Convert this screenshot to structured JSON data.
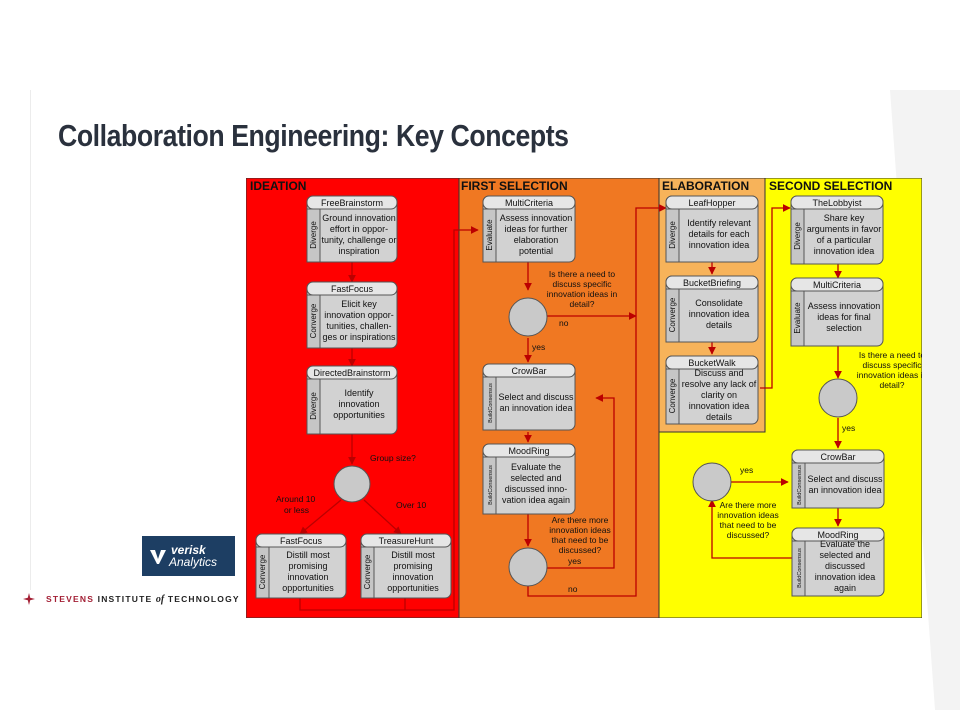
{
  "slide": {
    "title": "Collaboration Engineering: Key Concepts"
  },
  "colors": {
    "ideation": "#ff0000",
    "first_selection": "#f07822",
    "elaboration": "#f7b35a",
    "second_selection": "#ffff00",
    "arrow": "#b00000",
    "box": "#d2d2d2",
    "verisk_bg": "#1d3e63",
    "stevens_red": "#a31f34"
  },
  "diagram": {
    "sections": {
      "ideation": "IDEATION",
      "first_selection": "FIRST SELECTION",
      "elaboration": "ELABORATION",
      "second_selection": "SECOND SELECTION"
    },
    "boxes": {
      "freebrainstorm": {
        "title": "FreeBrainstorm",
        "side": "Diverge",
        "lines": [
          "Ground innovation",
          "effort in oppor-",
          "tunity, challenge or",
          "inspiration"
        ]
      },
      "fastfocus1": {
        "title": "FastFocus",
        "side": "Converge",
        "lines": [
          "Elicit key",
          "innovation oppor-",
          "tunities, challen-",
          "ges or inspirations"
        ]
      },
      "directedbrainstorm": {
        "title": "DirectedBrainstorm",
        "side": "Diverge",
        "lines": [
          "Identify",
          "innovation",
          "opportunities"
        ]
      },
      "fastfocus2": {
        "title": "FastFocus",
        "side": "Converge",
        "lines": [
          "Distill most",
          "promising",
          "innovation",
          "opportunities"
        ]
      },
      "treasurehunt": {
        "title": "TreasureHunt",
        "side": "Converge",
        "lines": [
          "Distill most",
          "promising",
          "innovation",
          "opportunities"
        ]
      },
      "multicriteria1": {
        "title": "MultiCriteria",
        "side": "Evaluate",
        "lines": [
          "Assess innovation",
          "ideas for further",
          "elaboration",
          "potential"
        ]
      },
      "crowbar1": {
        "title": "CrowBar",
        "side": "BuildConsensus",
        "lines": [
          "Select and discuss",
          "an innovation idea"
        ]
      },
      "moodring1": {
        "title": "MoodRing",
        "side": "BuildConsensus",
        "lines": [
          "Evaluate the",
          "selected and",
          "discussed inno-",
          "vation idea again"
        ]
      },
      "leafhopper": {
        "title": "LeafHopper",
        "side": "Diverge",
        "lines": [
          "Identify relevant",
          "details for each",
          "innovation idea"
        ]
      },
      "bucketbriefing": {
        "title": "BucketBriefing",
        "side": "Converge",
        "lines": [
          "Consolidate",
          "innovation idea",
          "details"
        ]
      },
      "bucketwalk": {
        "title": "BucketWalk",
        "side": "Converge",
        "lines": [
          "Discuss and",
          "resolve any lack of",
          "clarity on",
          "innovation idea",
          "details"
        ]
      },
      "thelobbyist": {
        "title": "TheLobbyist",
        "side": "Diverge",
        "lines": [
          "Share key",
          "arguments in favor",
          "of a particular",
          "innovation idea"
        ]
      },
      "multicriteria2": {
        "title": "MultiCriteria",
        "side": "Evaluate",
        "lines": [
          "Assess innovation",
          "ideas for final",
          "selection"
        ]
      },
      "crowbar2": {
        "title": "CrowBar",
        "side": "BuildConsensus",
        "lines": [
          "Select and discuss",
          "an innovation idea"
        ]
      },
      "moodring2": {
        "title": "MoodRing",
        "side": "BuildConsensus",
        "lines": [
          "Evaluate the",
          "selected and",
          "discussed",
          "innovation idea",
          "again"
        ]
      }
    },
    "decisions": {
      "group_size": {
        "question": [
          "Group size?"
        ],
        "left_branch": [
          "Around 10",
          "or less"
        ],
        "right_branch": "Over 10"
      },
      "discuss_specific_1": {
        "question": [
          "Is there a need to",
          "discuss specific",
          "innovation ideas in",
          "detail?"
        ],
        "no": "no",
        "yes": "yes"
      },
      "more_ideas_1": {
        "question": [
          "Are there more",
          "innovation ideas",
          "that need to be",
          "discussed?"
        ],
        "yes": "yes",
        "no": "no"
      },
      "discuss_specific_2": {
        "question": [
          "Is there a need to",
          "discuss specific",
          "innovation ideas in",
          "detail?"
        ],
        "yes": "yes"
      },
      "more_ideas_2": {
        "question": [
          "Are there more",
          "innovation ideas",
          "that need to be",
          "discussed?"
        ],
        "yes": "yes"
      }
    }
  },
  "logos": {
    "verisk": {
      "line1": "verisk",
      "line2": "Analytics"
    },
    "stevens": {
      "part1": "STEVENS",
      "part2": " INSTITUTE ",
      "part3": "of",
      "part4": " TECHNOLOGY"
    }
  }
}
